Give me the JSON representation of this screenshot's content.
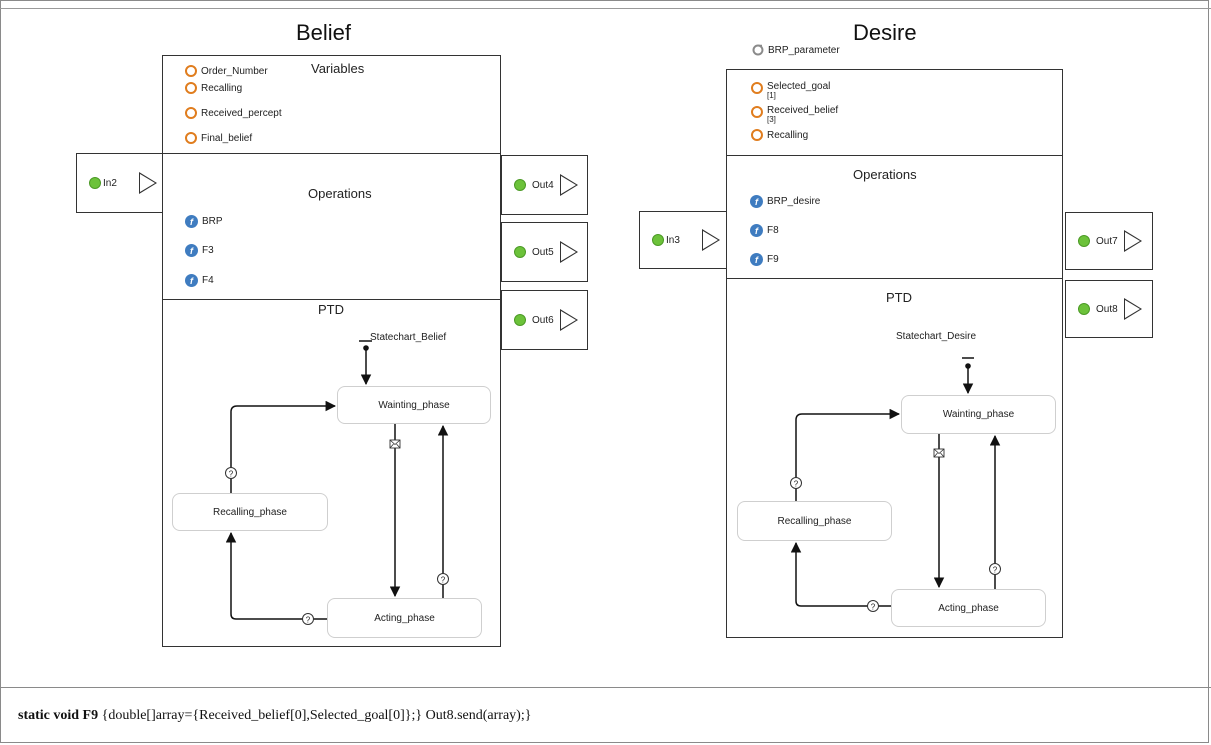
{
  "belief": {
    "title": "Belief",
    "variables_label": "Variables",
    "variables": [
      "Order_Number",
      "Recalling",
      "Received_percept",
      "Final_belief"
    ],
    "operations_label": "Operations",
    "operations": [
      "BRP",
      "F3",
      "F4"
    ],
    "ptd_label": "PTD",
    "statechart_label": "Statechart_Belief",
    "states": {
      "waiting": "Wainting_phase",
      "recalling": "Recalling_phase",
      "acting": "Acting_phase"
    },
    "in_port": "In2",
    "out_ports": [
      "Out4",
      "Out5",
      "Out6"
    ]
  },
  "desire": {
    "title": "Desire",
    "parameter": "BRP_parameter",
    "variables": [
      {
        "name": "Selected_goal",
        "sub": "[1]"
      },
      {
        "name": "Received_belief",
        "sub": "[3]"
      },
      {
        "name": "Recalling",
        "sub": ""
      }
    ],
    "operations_label": "Operations",
    "operations": [
      "BRP_desire",
      "F8",
      "F9"
    ],
    "ptd_label": "PTD",
    "statechart_label": "Statechart_Desire",
    "states": {
      "waiting": "Wainting_phase",
      "recalling": "Recalling_phase",
      "acting": "Acting_phase"
    },
    "in_port": "In3",
    "out_ports": [
      "Out7",
      "Out8"
    ]
  },
  "code": {
    "signature": "static void F9",
    "body": "{double[]array={Received_belief[0],Selected_goal[0]};} Out8.send(array);}"
  },
  "colors": {
    "variable_icon": "#e07d1e",
    "function_icon": "#3f7cc0",
    "port_dot": "#6cc23a"
  },
  "icons": {
    "variable": "circle-ring-icon",
    "function": "function-f-icon",
    "port": "green-dot-icon",
    "port_arrow": "triangle-arrow-icon",
    "parameter": "parameter-gear-icon",
    "message": "envelope-icon",
    "condition": "question-mark-icon"
  }
}
